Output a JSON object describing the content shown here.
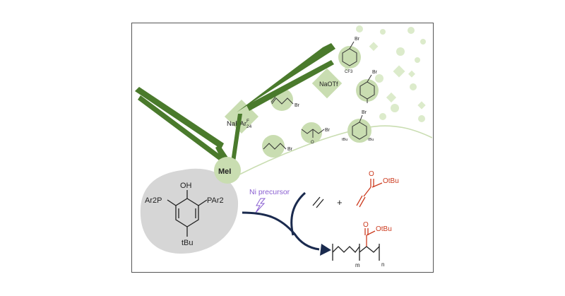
{
  "figure": {
    "additive_label": "MeI",
    "additives": {
      "nabarf": {
        "base": "NaBAr",
        "superscript": "F",
        "subscript": "24"
      },
      "naotf": "NaOTf",
      "bromide": "Br",
      "cf3": "CF3",
      "tbu_short": "tBu"
    },
    "ligand": {
      "oh": "OH",
      "left_phosphine": "Ar2P",
      "right_phosphine": "PAr2",
      "tbu": "tBu"
    },
    "reaction": {
      "precursor_label": "Ni precursor",
      "plus": "+",
      "ester": "OtBu",
      "carbonyl_o": "O",
      "sub_m": "m",
      "sub_n": "n"
    },
    "colors": {
      "dark_green": "#4a7a2c",
      "light_green": "#c9ddb1",
      "pale_green": "#dcebcb",
      "gray_blob": "#d6d6d6",
      "navy": "#1a2a4e",
      "red": "#cc3a1e",
      "purple": "#8a5fd1"
    }
  }
}
